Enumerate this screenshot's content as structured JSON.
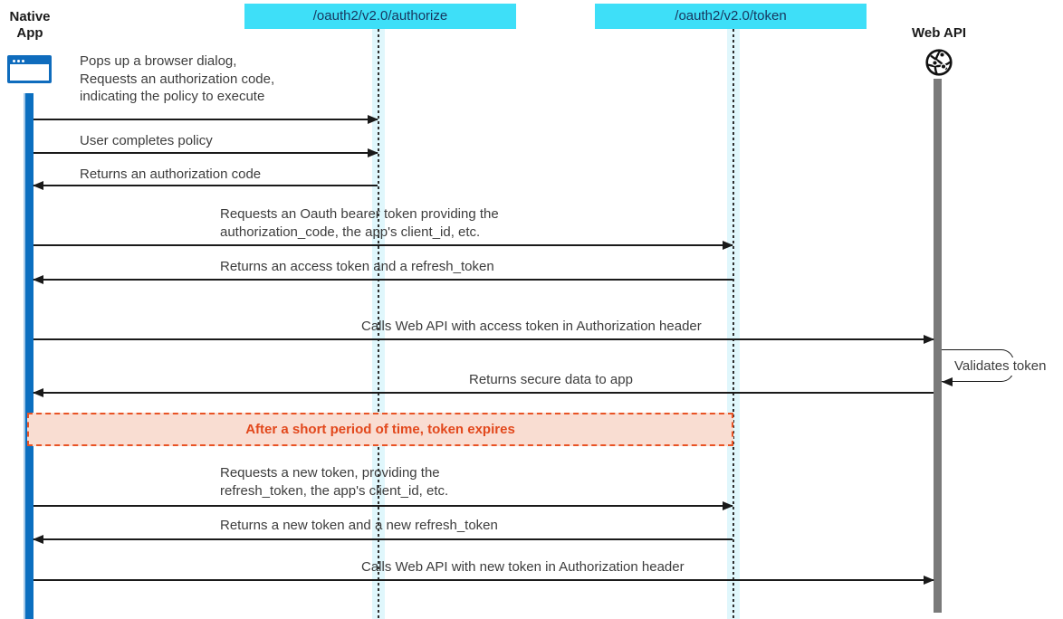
{
  "actors": {
    "native_app": {
      "line1": "Native",
      "line2": "App"
    },
    "authorize": {
      "label": "/oauth2/v2.0/authorize"
    },
    "token": {
      "label": "/oauth2/v2.0/token"
    },
    "web_api": {
      "label": "Web API"
    }
  },
  "icons": {
    "native_app": "browser-window-icon",
    "web_api": "globe-network-icon"
  },
  "colors": {
    "endpoint_header_bg": "#3edff8",
    "endpoint_header_text": "#17365e",
    "lifeline_band": "#e0f7fc",
    "native_app_bar": "#0b6fc0",
    "web_api_bar": "#7a7a7a",
    "arrow": "#1a1a1a",
    "message_text": "#3d3d3d",
    "note_bg": "#f9ddd2",
    "note_border": "#e85325",
    "note_text": "#e2481c"
  },
  "messages": [
    {
      "from": "native_app",
      "to": "authorize",
      "direction": "right",
      "lines": [
        "Pops up a browser dialog,",
        "Requests an authorization code,",
        "indicating the policy to execute"
      ]
    },
    {
      "from": "native_app",
      "to": "authorize",
      "direction": "right",
      "lines": [
        "User completes policy"
      ]
    },
    {
      "from": "authorize",
      "to": "native_app",
      "direction": "left",
      "lines": [
        "Returns an authorization code"
      ]
    },
    {
      "from": "native_app",
      "to": "token",
      "direction": "right",
      "lines": [
        "Requests an Oauth bearer token providing the",
        "authorization_code, the app's client_id, etc."
      ]
    },
    {
      "from": "token",
      "to": "native_app",
      "direction": "left",
      "lines": [
        "Returns an access token and a refresh_token"
      ]
    },
    {
      "from": "native_app",
      "to": "web_api",
      "direction": "right",
      "lines": [
        "Calls Web API with access token in Authorization header"
      ]
    },
    {
      "from": "web_api",
      "to": "web_api",
      "direction": "self",
      "lines": [
        "Validates token"
      ]
    },
    {
      "from": "web_api",
      "to": "native_app",
      "direction": "left",
      "lines": [
        "Returns secure data to app"
      ]
    },
    {
      "from": "native_app",
      "to": "token",
      "direction": "right",
      "lines": [
        "Requests a new token, providing the",
        "refresh_token, the app's client_id, etc."
      ]
    },
    {
      "from": "token",
      "to": "native_app",
      "direction": "left",
      "lines": [
        "Returns a new token and a new refresh_token"
      ]
    },
    {
      "from": "native_app",
      "to": "web_api",
      "direction": "right",
      "lines": [
        "Calls Web API with new token in Authorization header"
      ]
    }
  ],
  "expiry_note": {
    "text": "After a short period of time, token expires"
  }
}
